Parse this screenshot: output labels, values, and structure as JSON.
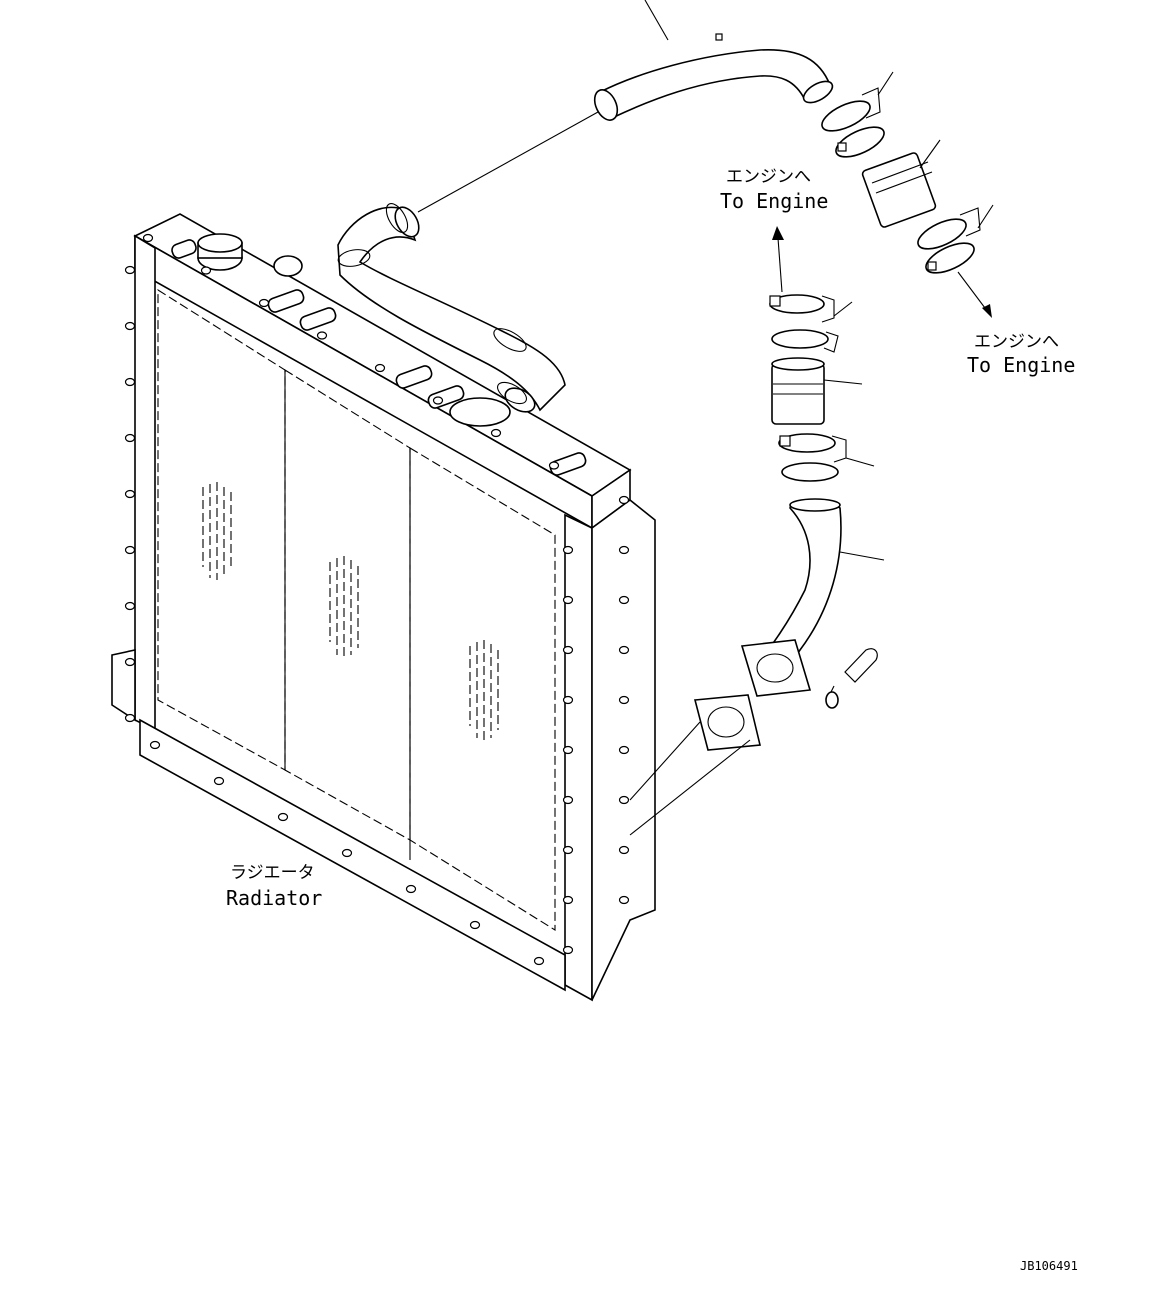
{
  "labels": {
    "to_engine_upper_jp": "エンジンへ",
    "to_engine_upper_en": "To Engine",
    "to_engine_right_jp": "エンジンへ",
    "to_engine_right_en": "To Engine",
    "radiator_jp": "ラジエータ",
    "radiator_en": "Radiator",
    "drawing_number": "JB106491"
  }
}
